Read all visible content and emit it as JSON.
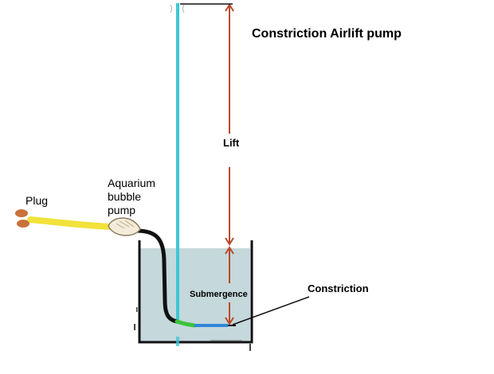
{
  "title": "Constriction Airlift pump",
  "labels": {
    "plug": "Plug",
    "aquarium_pump_lines": [
      "Aquarium",
      "bubble",
      "pump"
    ],
    "lift": "Lift",
    "submergence": "Submergence",
    "constriction": "Constriction"
  },
  "colors": {
    "water": "#c5d8db",
    "tube": "#3ec6d6",
    "air_hose": "#111111",
    "power_cord": "#f2e23a",
    "prongs": "#c9713a",
    "arrows": "#b84a2a",
    "constriction_segment": "#3cc43c",
    "outlet_segment": "#2f86d9"
  },
  "icons": [
    "plug-icon",
    "bubble-pump-icon"
  ]
}
